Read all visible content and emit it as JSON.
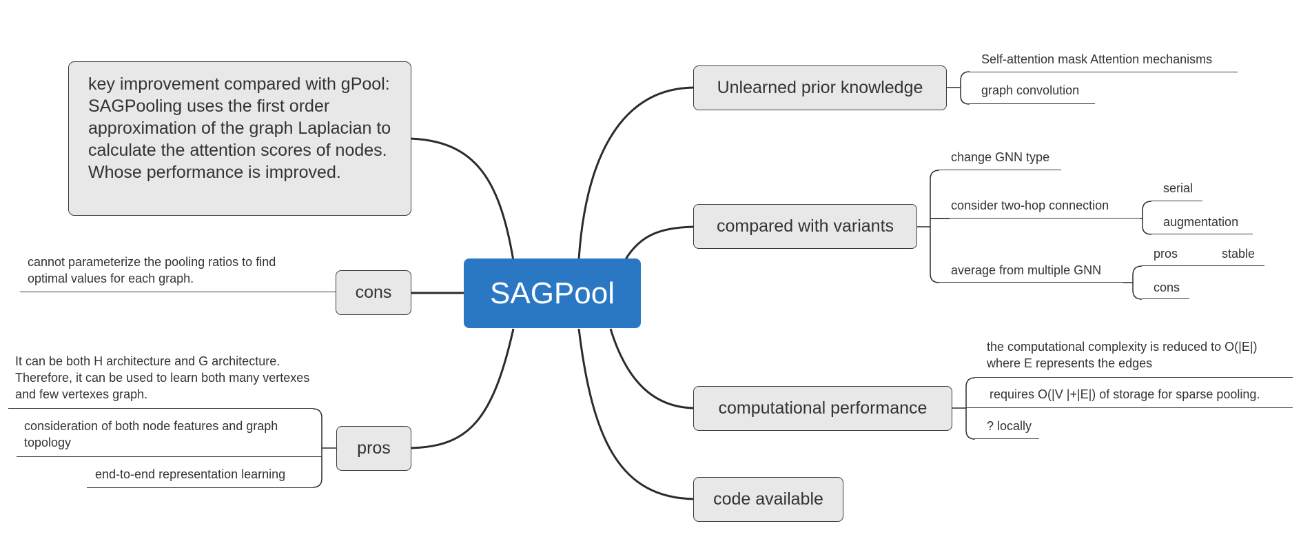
{
  "root": {
    "label": "SAGPool",
    "color": "#2a78c4"
  },
  "note": {
    "text": "key improvement compared with gPool: SAGPooling uses  the first order approximation of the graph Laplacian to calculate the attention scores of nodes. Whose performance is improved."
  },
  "left": {
    "cons": {
      "label": "cons",
      "leaf": "cannot parameterize the pooling ratios to find optimal values for each graph."
    },
    "pros": {
      "label": "pros",
      "leaves": [
        "It can be both H architecture and G architecture. Therefore, it can be used to learn both many vertexes and few vertexes graph.",
        "consideration of both node features and graph topology",
        "end-to-end representation learning"
      ]
    }
  },
  "right": {
    "unlearned": {
      "label": "Unlearned prior knowledge",
      "leaves": [
        "Self-attention mask Attention mechanisms",
        "graph convolution"
      ]
    },
    "variants": {
      "label": "compared with variants",
      "leaves": {
        "gnn_type": "change GNN type",
        "two_hop": "consider two-hop connection",
        "serial": "serial",
        "augmentation": "augmentation",
        "average": "average from multiple GNN",
        "pros": "pros",
        "stable": "stable",
        "cons": "cons"
      }
    },
    "computational": {
      "label": "computational performance",
      "leaves": [
        "the computational complexity is reduced to O(|E|) where E represents the edges",
        "requires O(|V |+|E|) of storage for sparse pooling.",
        "? locally"
      ]
    },
    "code": {
      "label": "code available"
    }
  }
}
